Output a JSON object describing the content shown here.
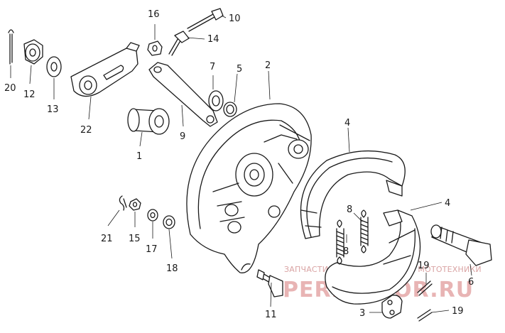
{
  "labels": {
    "p1": "1",
    "p2": "2",
    "p3": "3",
    "p4a": "4",
    "p4b": "4",
    "p5": "5",
    "p6": "6",
    "p7": "7",
    "p8a": "8",
    "p8b": "8",
    "p9": "9",
    "p10": "10",
    "p11": "11",
    "p12": "12",
    "p13": "13",
    "p14": "14",
    "p15": "15",
    "p16": "16",
    "p17": "17",
    "p18": "18",
    "p19a": "19",
    "p19b": "19",
    "p20": "20",
    "p21": "21",
    "p22": "22"
  },
  "watermark": {
    "caption": "ЗАПЧАСТИ И АКСЕССУАРЫ ДЛЯ МОТОТЕХНИКИ",
    "brand": "PERFECTOR.RU"
  },
  "colors": {
    "line": "#1a1a1a",
    "watermark": "#e8b4b4",
    "background": "#ffffff"
  }
}
